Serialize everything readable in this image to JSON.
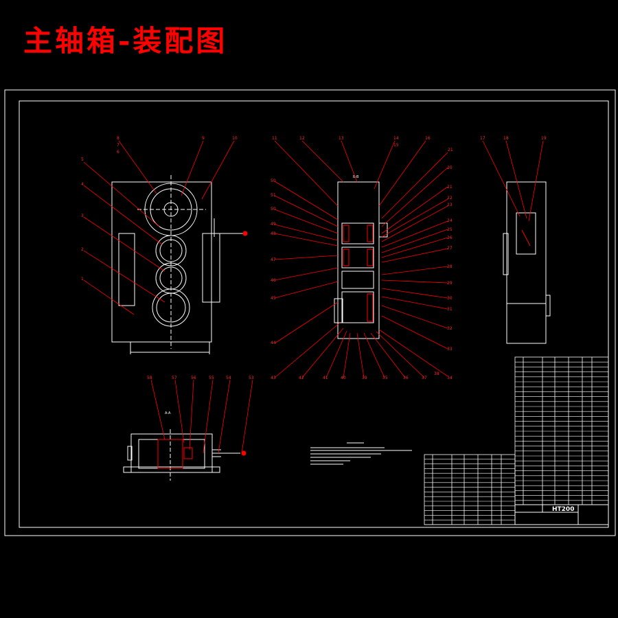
{
  "title": "主轴箱-装配图",
  "view_labels": {
    "section_bb": "B-B",
    "section_aa": "A-A"
  },
  "title_block": {
    "material": "HT200"
  },
  "colors": {
    "background": "#000000",
    "lines": "#ffffff",
    "leaders": "#ff0000",
    "title": "#ff0000"
  },
  "callouts": {
    "front_view": [
      "8",
      "7",
      "6",
      "9",
      "10",
      "5",
      "4",
      "3",
      "2",
      "1"
    ],
    "section_view_top": [
      "11",
      "12",
      "13",
      "14",
      "15",
      "16",
      "21"
    ],
    "section_view_left": [
      "50",
      "51",
      "50",
      "49",
      "48",
      "47",
      "46",
      "45",
      "44",
      "43",
      "42",
      "41",
      "40",
      "39"
    ],
    "section_view_right": [
      "20",
      "21",
      "22",
      "23",
      "24",
      "25",
      "26",
      "27",
      "28",
      "29",
      "30",
      "31",
      "32",
      "33",
      "34",
      "35",
      "36",
      "37",
      "38"
    ],
    "side_view": [
      "17",
      "18",
      "19"
    ],
    "plan_view": [
      "58",
      "57",
      "56",
      "55",
      "54",
      "53"
    ]
  }
}
